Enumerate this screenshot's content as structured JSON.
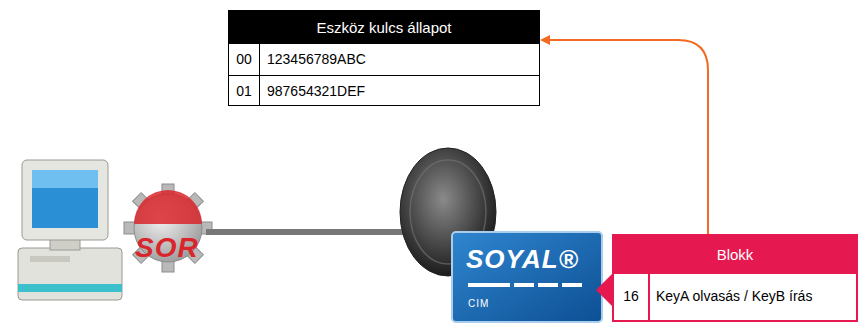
{
  "diagram": {
    "nodes": [
      {
        "text": [
          "Eszköz kulcs állapot"
        ]
      },
      {
        "text": [
          "Blokk"
        ]
      }
    ],
    "edges": [
      {
        "from": 1,
        "to": 0,
        "arrow": "to"
      }
    ],
    "labels": [
      "00",
      "123456789ABC",
      "01",
      "987654321DEF",
      "16",
      "KeyA olvasás / KeyB írás",
      "SOR",
      "SOYAL®",
      "CIM"
    ]
  }
}
